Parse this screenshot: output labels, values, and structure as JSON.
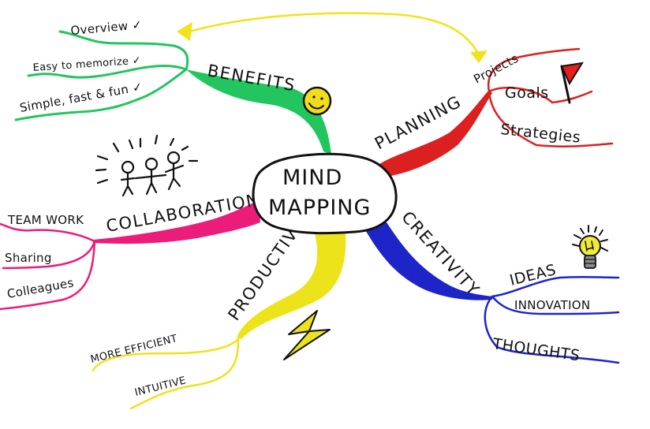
{
  "colors": {
    "benefits": "#22c55e",
    "planning": "#dc1f1f",
    "collaboration": "#ec1c7a",
    "productivity": "#ede31a",
    "creativity": "#1d24c8",
    "ink": "#111111",
    "arrow": "#f2e21a",
    "flag": "#e81c1c",
    "bulb_glass": "#eeea3a",
    "bulb_base": "#8a8a8a",
    "smiley": "#f2dd1a"
  },
  "center": {
    "line1": "MIND",
    "line2": "MAPPING"
  },
  "branches": {
    "benefits": {
      "label": "BENEFITS",
      "children": [
        "Overview ✓",
        "Easy to memorize ✓",
        "Simple, fast & fun ✓"
      ],
      "icon": "smiley-icon"
    },
    "planning": {
      "label": "PLANNING",
      "children": [
        "Projects",
        "Goals",
        "Strategies"
      ],
      "icon": "flag-icon"
    },
    "collaboration": {
      "label": "COLLABORATION",
      "children": [
        "TEAM WORK",
        "Sharing",
        "Colleagues"
      ],
      "icon": "stick-figures-icon"
    },
    "productivity": {
      "label": "PRODUCTIVITY",
      "children": [
        "MORE EFFICIENT",
        "INTUITIVE"
      ],
      "icon": "lightning-icon"
    },
    "creativity": {
      "label": "CREATIVITY",
      "children": [
        "IDEAS",
        "INNOVATION",
        "THOUGHTS"
      ],
      "icon": "lightbulb-icon"
    }
  },
  "connector": {
    "from": "Projects",
    "to": "Overview",
    "icon": "arrow-icon"
  }
}
